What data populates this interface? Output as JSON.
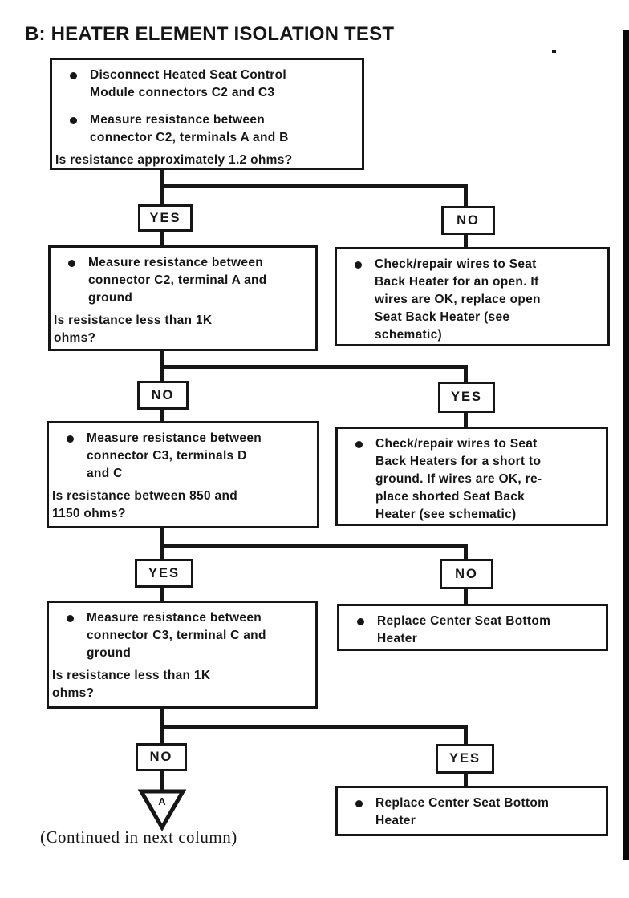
{
  "title": "B: HEATER ELEMENT ISOLATION TEST",
  "colors": {
    "ink": "#161616",
    "paper": "#ffffff"
  },
  "flow": {
    "step1": {
      "bullets": [
        "Disconnect Heated Seat Control\nModule connectors C2 and C3",
        "Measure resistance between\nconnector C2, terminals A and B"
      ],
      "question": "Is resistance approximately 1.2 ohms?"
    },
    "branch1": {
      "left": "YES",
      "right": "NO"
    },
    "step2": {
      "bullets": [
        "Measure resistance between\nconnector C2, terminal A and\nground"
      ],
      "question": "Is resistance less than 1K\nohms?"
    },
    "action_open": {
      "bullets": [
        "Check/repair wires to Seat\nBack Heater for an open. If\nwires are OK, replace open\nSeat Back Heater (see\nschematic)"
      ]
    },
    "branch2": {
      "left": "NO",
      "right": "YES"
    },
    "step3": {
      "bullets": [
        "Measure resistance between\nconnector C3, terminals D\nand C"
      ],
      "question": "Is resistance between 850 and\n1150 ohms?"
    },
    "action_short": {
      "bullets": [
        "Check/repair wires to Seat\nBack Heaters for a short to\nground. If wires are OK, re-\nplace shorted Seat Back\nHeater (see schematic)"
      ]
    },
    "branch3": {
      "left": "YES",
      "right": "NO"
    },
    "step4": {
      "bullets": [
        "Measure resistance between\nconnector C3, terminal C and\nground"
      ],
      "question": "Is resistance less than 1K\nohms?"
    },
    "action_replace_top": {
      "bullets": [
        "Replace Center Seat Bottom\nHeater"
      ]
    },
    "branch4": {
      "left": "NO",
      "right": "YES"
    },
    "action_replace_bottom": {
      "bullets": [
        "Replace Center Seat Bottom\nHeater"
      ]
    },
    "offpage_connector": {
      "label": "A"
    },
    "continued_note": "(Continued in next column)"
  }
}
